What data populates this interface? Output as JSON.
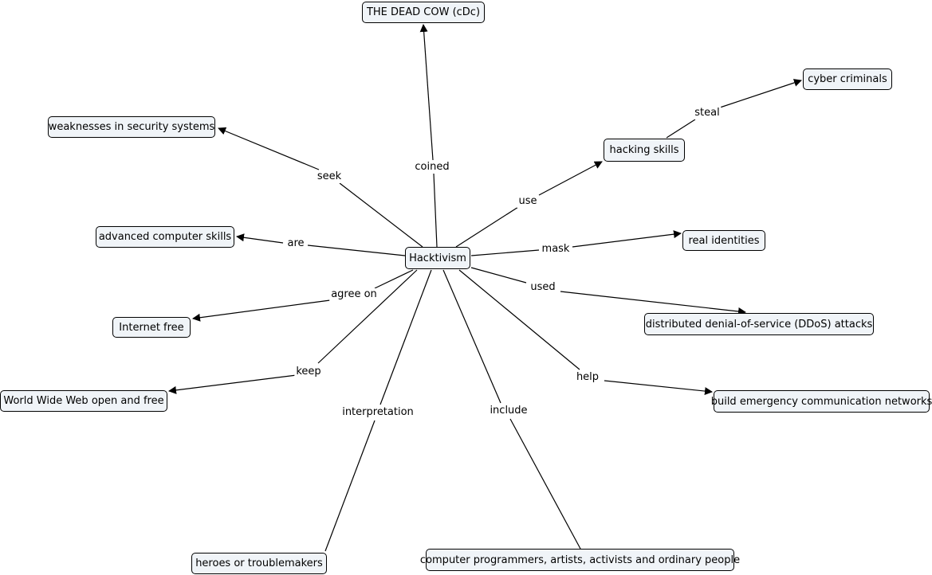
{
  "concept_map": {
    "central_concept": "Hacktivism",
    "concepts": {
      "dead_cow": "THE DEAD COW (cDc)",
      "weaknesses": "weaknesses in security systems",
      "hacking_skills": "hacking skills",
      "cyber_criminals": "cyber criminals",
      "advanced_skills": "advanced computer skills",
      "real_identities": "real identities",
      "internet_free": "Internet free",
      "ddos": "distributed denial-of-service (DDoS) attacks",
      "www": "World Wide Web open and free",
      "emergency_networks": "build emergency communication networks",
      "heroes": "heroes or troublemakers",
      "people": "computer programmers, artists, activists and ordinary people"
    },
    "linking_phrases": {
      "coined": "coined",
      "seek": "seek",
      "use": "use",
      "steal": "steal",
      "are": "are",
      "mask": "mask",
      "agree_on": "agree on",
      "used": "used",
      "keep": "keep",
      "help": "help",
      "interpretation": "interpretation",
      "include": "include"
    }
  },
  "colors": {
    "node_fill": "#f0f4f8",
    "node_border": "#000000",
    "line": "#000000",
    "background": "#ffffff"
  }
}
